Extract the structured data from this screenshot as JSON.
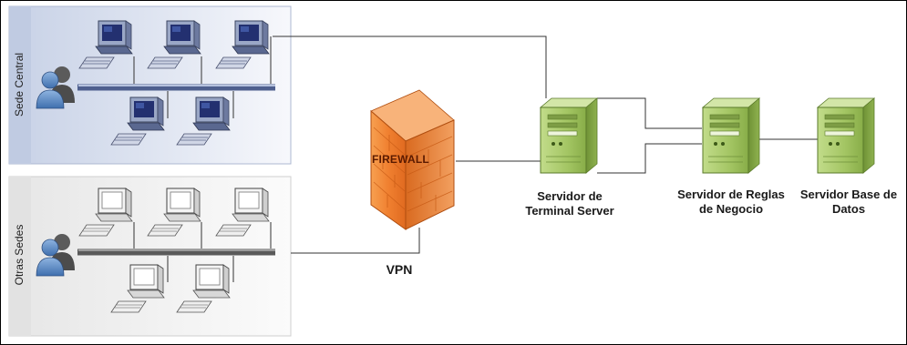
{
  "groups": {
    "sede_central": "Sede Central",
    "otras_sedes": "Otras Sedes"
  },
  "firewall": {
    "label": "FIREWALL",
    "link_label": "VPN"
  },
  "servers": {
    "terminal": {
      "line1": "Servidor de",
      "line2": "Terminal Server"
    },
    "reglas": {
      "line1": "Servidor de Reglas",
      "line2": "de Negocio"
    },
    "datos": {
      "line1": "Servidor Base de",
      "line2": "Datos"
    }
  },
  "colors": {
    "sede_central_bg": "#d9e1ef",
    "otras_sedes_bg": "#f2f2f2",
    "firewall": "#f07a2a",
    "server": "#9cbf5a",
    "central_bus": "#9aa9cc",
    "otras_bus": "#6a6a6a"
  },
  "icons": [
    "workstation-icon",
    "users-icon",
    "firewall-icon",
    "server-icon"
  ]
}
